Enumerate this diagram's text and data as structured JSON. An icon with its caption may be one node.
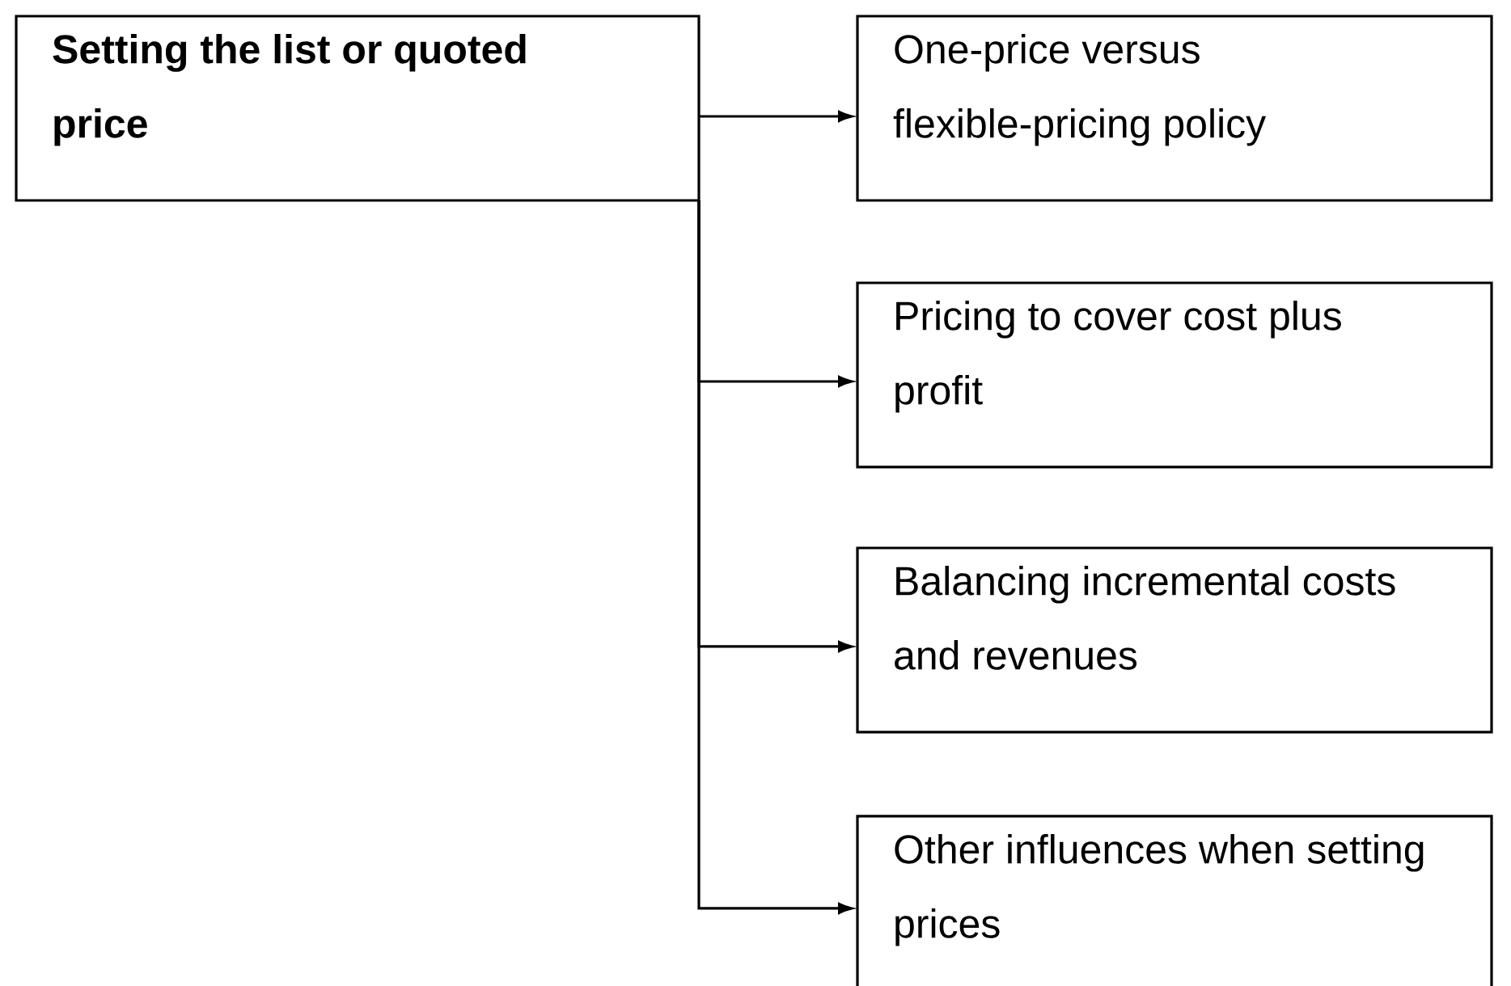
{
  "diagram": {
    "nodes": [
      {
        "text": [
          "Setting the list or quoted price"
        ]
      },
      {
        "text": [
          "One-price versus flexible-pricing policy"
        ]
      },
      {
        "text": [
          "Pricing to cover cost plus profit"
        ]
      },
      {
        "text": [
          "Balancing incremental costs and revenues"
        ]
      },
      {
        "text": [
          "Other influences when setting prices"
        ]
      }
    ],
    "edges": [
      {
        "from": 0,
        "to": 1,
        "arrow": "to"
      },
      {
        "from": 0,
        "to": 2,
        "arrow": "to"
      },
      {
        "from": 0,
        "to": 3,
        "arrow": "to"
      },
      {
        "from": 0,
        "to": 4,
        "arrow": "to"
      }
    ]
  }
}
